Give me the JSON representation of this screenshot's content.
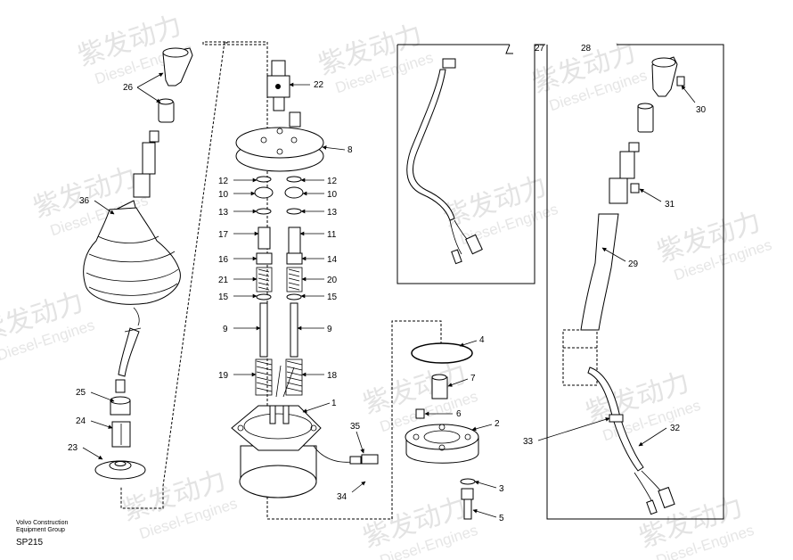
{
  "watermark": {
    "cn": "紫发动力",
    "en": "Diesel-Engines"
  },
  "caption": {
    "line1": "Volvo Construction",
    "line2": "Equipment Group",
    "code": "SP215"
  },
  "labels": [
    "26",
    "22",
    "8",
    "36",
    "12",
    "12",
    "10",
    "10",
    "13",
    "13",
    "17",
    "11",
    "16",
    "14",
    "21",
    "20",
    "15",
    "15",
    "9",
    "9",
    "19",
    "18",
    "1",
    "25",
    "24",
    "23",
    "35",
    "34",
    "4",
    "7",
    "6",
    "2",
    "3",
    "5",
    "27",
    "28",
    "30",
    "31",
    "29",
    "32",
    "33"
  ]
}
